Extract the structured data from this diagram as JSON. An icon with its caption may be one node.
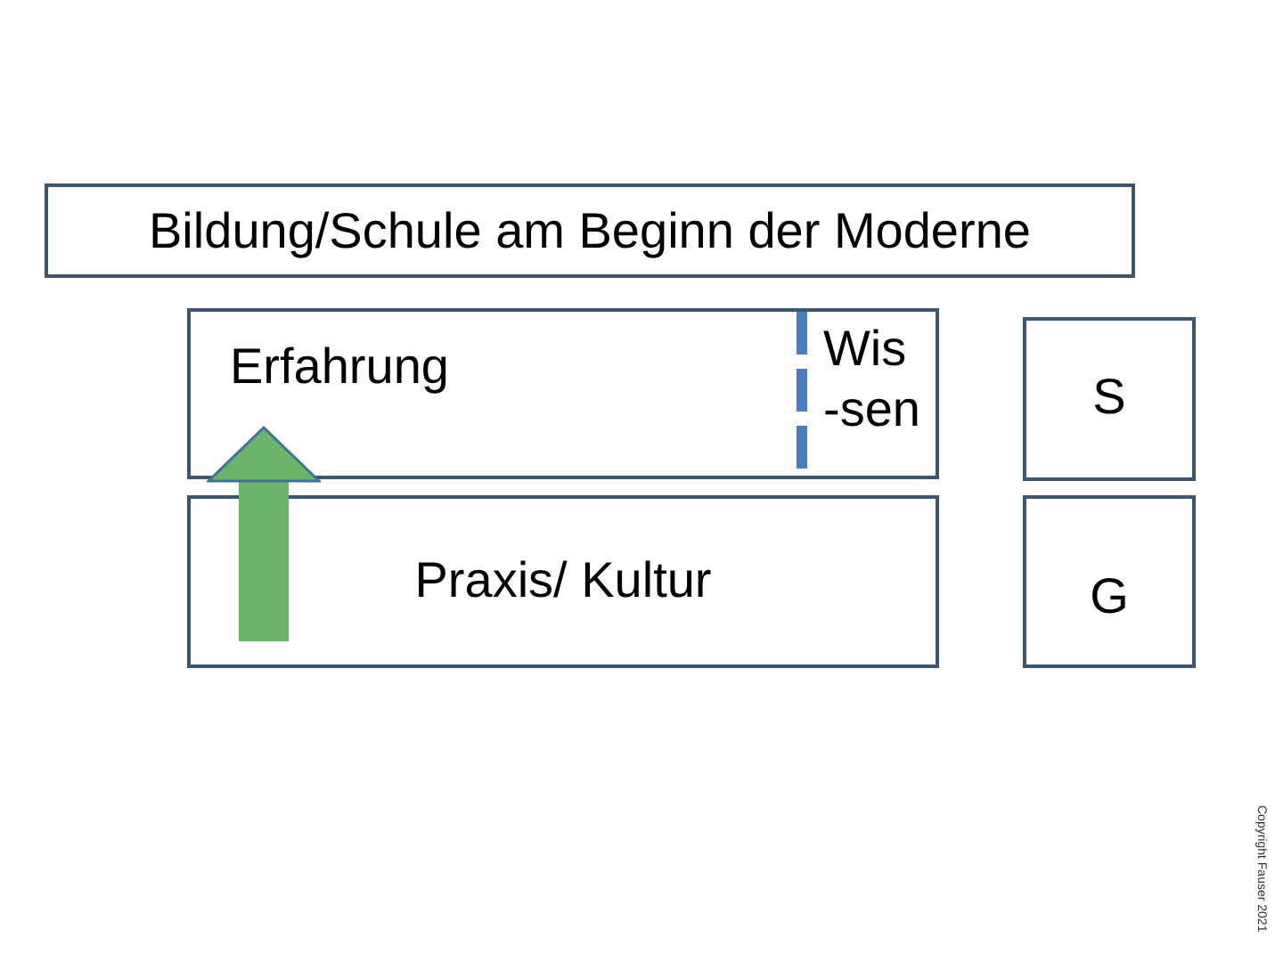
{
  "diagram": {
    "nodes": [
      {
        "text": [
          "Bildung/Schule am Beginn der Moderne"
        ]
      },
      {
        "text": [
          "Erfahrung",
          "Wis -sen"
        ]
      },
      {
        "text": [
          "S"
        ]
      },
      {
        "text": [
          "Praxis/ Kultur"
        ]
      },
      {
        "text": [
          "G"
        ]
      }
    ],
    "edges": [
      {
        "from": 3,
        "to": 1,
        "arrow": "to"
      }
    ],
    "labels": [
      "Copyright Fauser 2021"
    ]
  }
}
